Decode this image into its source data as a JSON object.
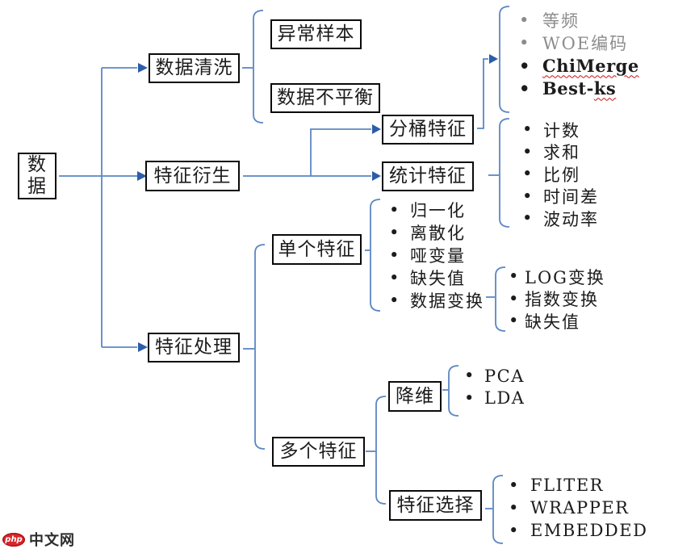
{
  "nodes": {
    "data": {
      "label": "数\n据"
    },
    "clean": {
      "label": "数据清洗"
    },
    "abnormal": {
      "label": "异常样本"
    },
    "imbalance": {
      "label": "数据不平衡"
    },
    "derive": {
      "label": "特征衍生"
    },
    "bucket": {
      "label": "分桶特征"
    },
    "stats": {
      "label": "统计特征"
    },
    "single": {
      "label": "单个特征"
    },
    "process": {
      "label": "特征处理"
    },
    "multi": {
      "label": "多个特征"
    },
    "reduce": {
      "label": "降维"
    },
    "select": {
      "label": "特征选择"
    }
  },
  "lists": {
    "binning": {
      "parent": "分桶特征",
      "items": [
        {
          "text": "等频"
        },
        {
          "text": "WOE编码"
        },
        {
          "text": "ChiMerge"
        },
        {
          "pre": "Best-",
          "wavy": "ks"
        }
      ]
    },
    "stats": {
      "parent": "统计特征",
      "items": [
        "计数",
        "求和",
        "比例",
        "时间差",
        "波动率"
      ]
    },
    "single": {
      "parent": "单个特征",
      "items": [
        "归一化",
        "离散化",
        "哑变量",
        "缺失值",
        "数据变换"
      ]
    },
    "transform": {
      "parent": "数据变换",
      "items": [
        "LOG变换",
        "指数变换",
        "缺失值"
      ]
    },
    "reduce": {
      "parent": "降维",
      "items": [
        "PCA",
        "LDA"
      ]
    },
    "select": {
      "parent": "特征选择",
      "items": [
        "FLITER",
        "WRAPPER",
        "EMBEDDED"
      ]
    }
  },
  "hierarchy": {
    "数据": {
      "数据清洗": [
        "异常样本",
        "数据不平衡"
      ],
      "特征衍生": {
        "分桶特征": [
          "等频",
          "WOE编码",
          "ChiMerge",
          "Best-ks"
        ],
        "统计特征": [
          "计数",
          "求和",
          "比例",
          "时间差",
          "波动率"
        ]
      },
      "特征处理": {
        "单个特征": [
          "归一化",
          "离散化",
          "哑变量",
          "缺失值",
          "数据变换 → LOG变换 / 指数变换 / 缺失值"
        ],
        "多个特征": {
          "降维": [
            "PCA",
            "LDA"
          ],
          "特征选择": [
            "FLITER",
            "WRAPPER",
            "EMBEDDED"
          ]
        }
      }
    }
  },
  "watermark": {
    "badge": "php",
    "site": "中文网"
  },
  "colors": {
    "connector_line": "#5b87c3",
    "arrowhead": "#2d5da9",
    "box_border": "#0a0a0a",
    "text": "#1c1c1c",
    "muted_text": "#8c8c8c",
    "wavy_underline": "#cc1111",
    "watermark_red": "#d8262c"
  }
}
